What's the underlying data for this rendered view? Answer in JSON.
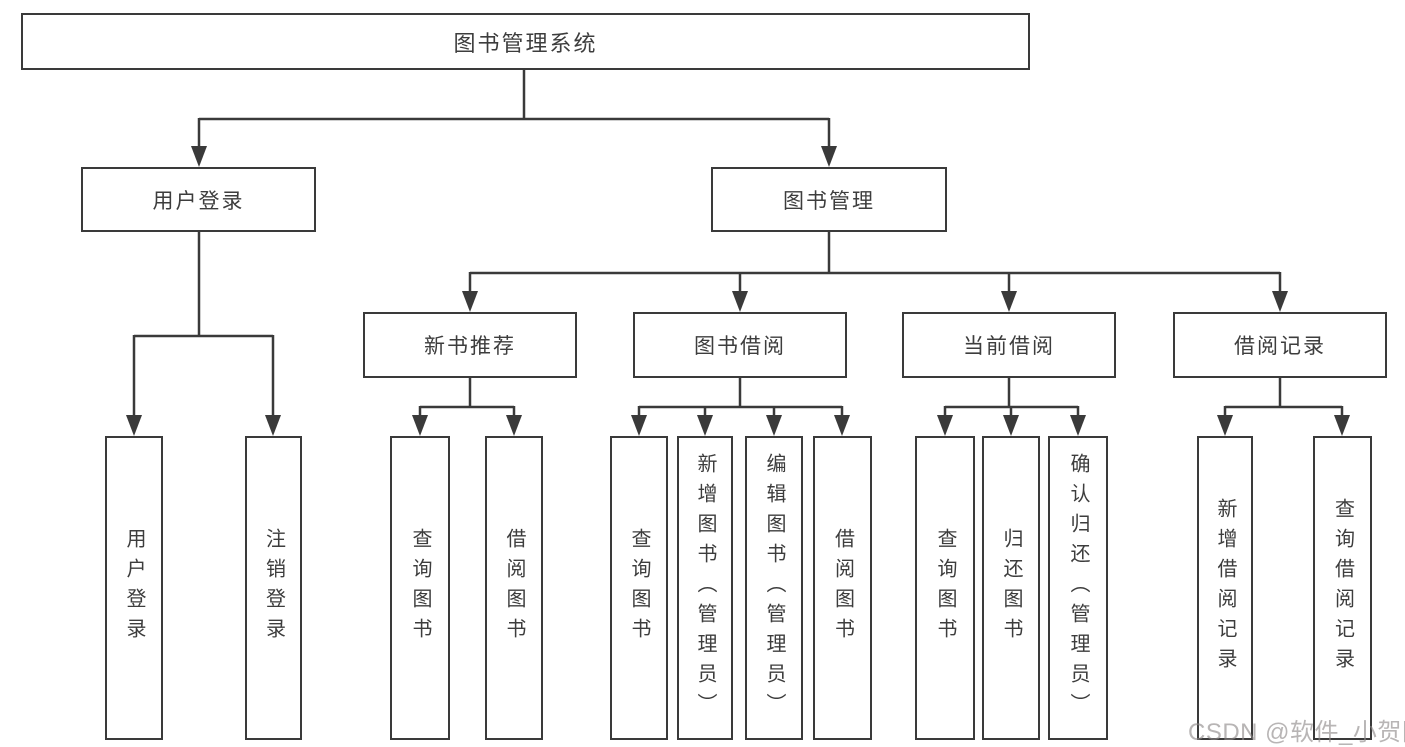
{
  "diagram": {
    "root": "图书管理系统",
    "user_login": {
      "label": "用户登录",
      "children": [
        "用户登录",
        "注销登录"
      ]
    },
    "book_mgmt": {
      "label": "图书管理",
      "sections": {
        "new_books": {
          "label": "新书推荐",
          "children": [
            "查询图书",
            "借阅图书"
          ]
        },
        "borrowing": {
          "label": "图书借阅",
          "children": [
            "查询图书",
            "新增图书（管理员）",
            "编辑图书（管理员）",
            "借阅图书"
          ]
        },
        "current": {
          "label": "当前借阅",
          "children": [
            "查询图书",
            "归还图书",
            "确认归还（管理员）"
          ]
        },
        "records": {
          "label": "借阅记录",
          "children": [
            "新增借阅记录",
            "查询借阅记录"
          ]
        }
      }
    }
  },
  "watermark": "CSDN @软件_小贺同学",
  "colors": {
    "line": "#3a3a3a",
    "text": "#3d3d3d",
    "watermark": "#8d8888",
    "background": "#ffffff"
  }
}
